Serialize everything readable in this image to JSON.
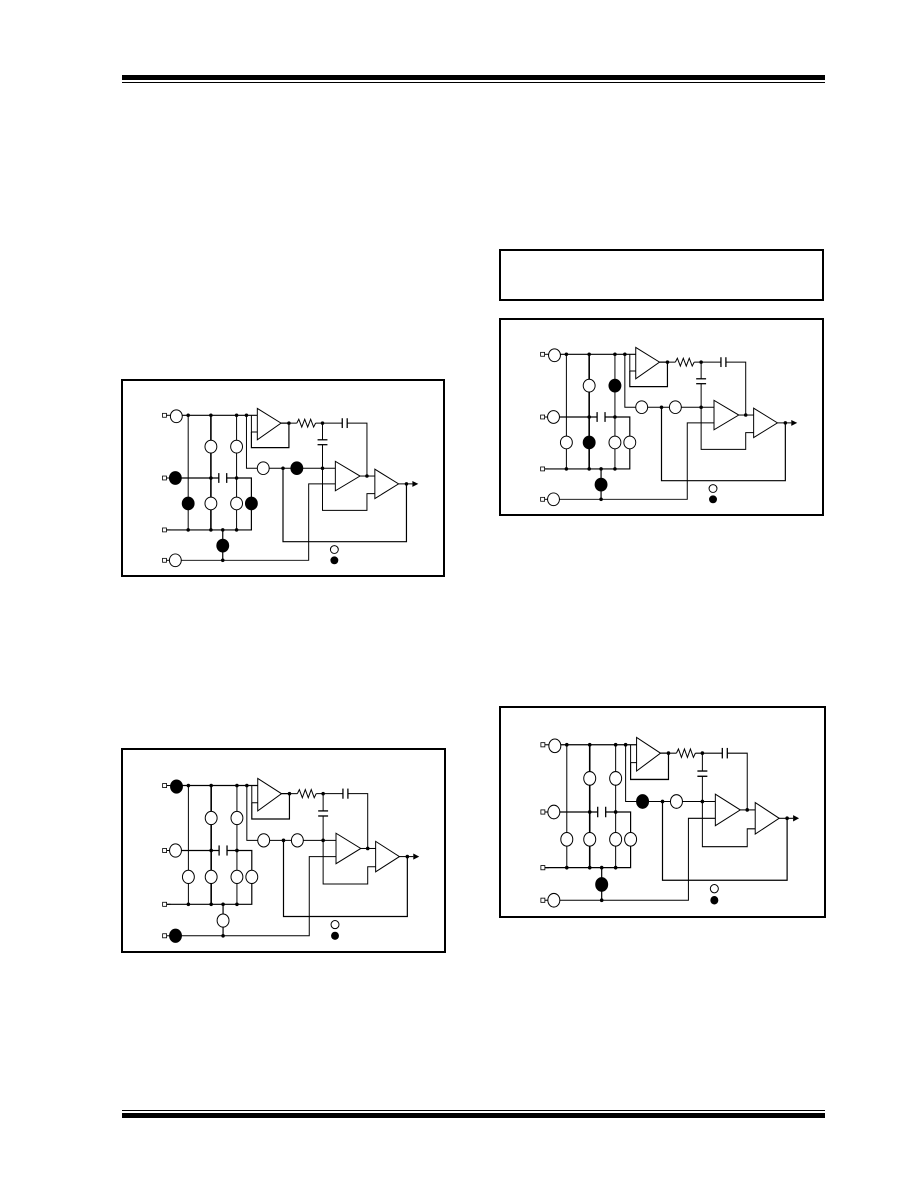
{
  "colors": {
    "ink": "#000000",
    "paper": "#ffffff"
  },
  "legend": {
    "open_switch": "open-circle",
    "closed_switch": "filled-circle"
  },
  "diagrams": [
    {
      "id": "figure-left-top",
      "switches": {
        "in1": false,
        "in2": true,
        "in4": false,
        "s_up_a": false,
        "s_up_b": false,
        "s_lo_1": true,
        "s_lo_2": false,
        "s_lo_3": false,
        "s_lo_4": true,
        "s_bot": true,
        "s_fb_a": false,
        "s_fb_b": true
      }
    },
    {
      "id": "figure-left-bottom",
      "switches": {
        "in1": true,
        "in2": false,
        "in4": true,
        "s_up_a": false,
        "s_up_b": false,
        "s_lo_1": false,
        "s_lo_2": false,
        "s_lo_3": false,
        "s_lo_4": false,
        "s_bot": false,
        "s_fb_a": false,
        "s_fb_b": false
      }
    },
    {
      "id": "figure-right-top",
      "switches": {
        "in1": false,
        "in2": false,
        "in4": false,
        "s_up_a": false,
        "s_up_b": true,
        "s_lo_1": false,
        "s_lo_2": true,
        "s_lo_3": false,
        "s_lo_4": false,
        "s_bot": true,
        "s_fb_a": false,
        "s_fb_b": false
      }
    },
    {
      "id": "figure-right-bottom",
      "switches": {
        "in1": false,
        "in2": false,
        "in4": false,
        "s_up_a": false,
        "s_up_b": false,
        "s_lo_1": false,
        "s_lo_2": false,
        "s_lo_3": false,
        "s_lo_4": false,
        "s_bot": true,
        "s_fb_a": true,
        "s_fb_b": false
      }
    }
  ]
}
